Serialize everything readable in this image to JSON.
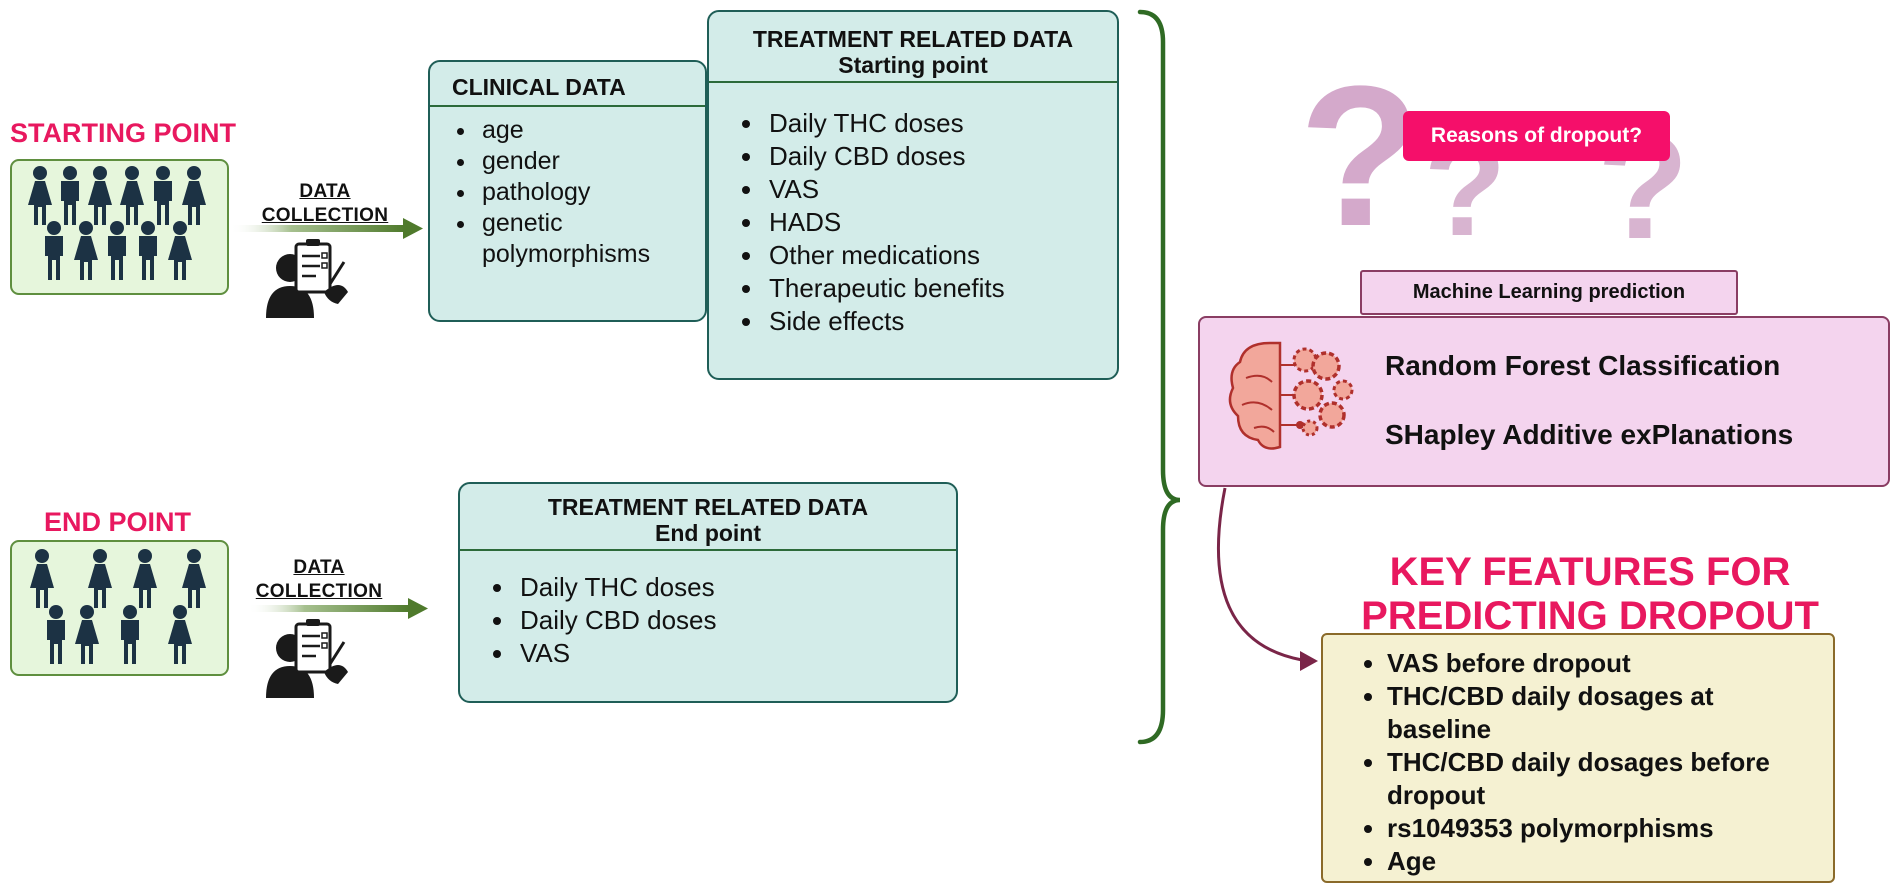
{
  "start": {
    "label": "STARTING POINT",
    "data_collection": [
      "DATA",
      "COLLECTION"
    ]
  },
  "end": {
    "label": "END POINT",
    "data_collection": [
      "DATA",
      "COLLECTION"
    ]
  },
  "clinical": {
    "title": "CLINICAL DATA",
    "items": [
      "age",
      "gender",
      "pathology",
      "genetic",
      "polymorphisms"
    ]
  },
  "treatment_start": {
    "title_line1": "TREATMENT RELATED DATA",
    "title_line2": "Starting point",
    "items": [
      "Daily THC doses",
      "Daily CBD doses",
      "VAS",
      "HADS",
      "Other medications",
      "Therapeutic benefits",
      "Side effects"
    ]
  },
  "treatment_end": {
    "title_line1": "TREATMENT RELATED DATA",
    "title_line2": "End point",
    "items": [
      "Daily THC doses",
      "Daily CBD doses",
      "VAS"
    ]
  },
  "question": {
    "label": "Reasons of dropout?"
  },
  "ml": {
    "tag": "Machine Learning prediction",
    "item1": "Random Forest Classification",
    "item2": "SHapley Additive exPlanations"
  },
  "key_features": {
    "title_line1": "KEY FEATURES FOR",
    "title_line2": "PREDICTING DROPOUT",
    "items": [
      "VAS before dropout",
      "THC/CBD daily dosages at",
      "baseline",
      "THC/CBD daily dosages before",
      "dropout",
      "rs1049353 polymorphisms",
      "Age"
    ]
  },
  "colors": {
    "accent_pink": "#e8185f",
    "green_arrow": "#4f7a2c",
    "teal_fill": "#d3ece9",
    "pink_fill": "#f4d4ee",
    "yellow_fill": "#f5f1d2"
  },
  "icons": [
    "person-icon",
    "clipboard-icon",
    "brain-gears-icon",
    "question-mark-icon"
  ]
}
